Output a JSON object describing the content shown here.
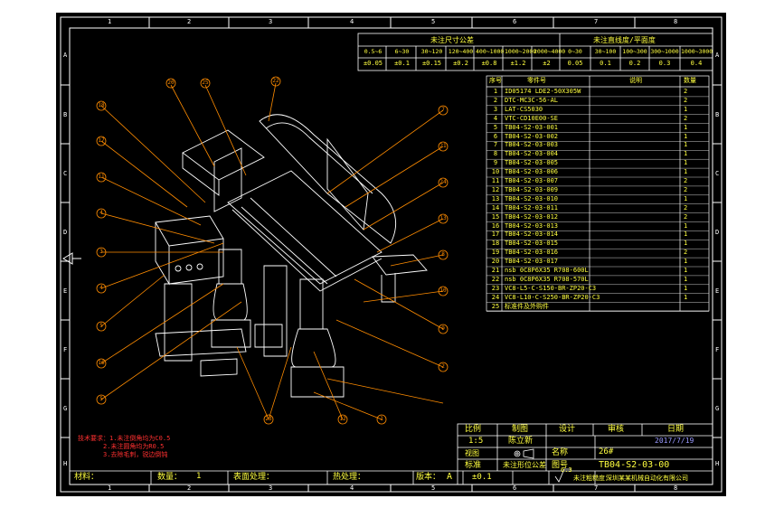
{
  "frame": {
    "col_markers": [
      "1",
      "2",
      "3",
      "4",
      "5",
      "6",
      "7",
      "8"
    ],
    "row_markers": [
      "A",
      "B",
      "C",
      "D",
      "E",
      "F",
      "G",
      "H"
    ]
  },
  "tolerance_table": {
    "title_left": "未注尺寸公差",
    "title_right": "未注直线度/平面度",
    "ranges_left": [
      "0.5~6",
      "6~30",
      "30~120",
      "120~400",
      "400~1000",
      "1000~2000",
      "2000~4000"
    ],
    "values_left": [
      "±0.05",
      "±0.1",
      "±0.15",
      "±0.2",
      "±0.8",
      "±1.2",
      "±2"
    ],
    "ranges_right": [
      "0~30",
      "30~100",
      "100~300",
      "300~1000",
      "1000~3000"
    ],
    "values_right": [
      "0.05",
      "0.1",
      "0.2",
      "0.3",
      "0.4"
    ]
  },
  "bom": {
    "headers": [
      "序号",
      "零件号",
      "说明",
      "数量"
    ],
    "rows": [
      {
        "no": "1",
        "part": "ID05174 LDE2-50X305W",
        "qty": "2"
      },
      {
        "no": "2",
        "part": "DTC-MC3C-56-AL",
        "qty": "2"
      },
      {
        "no": "3",
        "part": "LAT-CS5030",
        "qty": "1"
      },
      {
        "no": "4",
        "part": "VTC-CD10E00-SE",
        "qty": "2"
      },
      {
        "no": "5",
        "part": "TB04-S2-03-001",
        "qty": "1"
      },
      {
        "no": "6",
        "part": "TB04-S2-03-002",
        "qty": "1"
      },
      {
        "no": "7",
        "part": "TB04-S2-03-003",
        "qty": "1"
      },
      {
        "no": "8",
        "part": "TB04-S2-03-004",
        "qty": "1"
      },
      {
        "no": "9",
        "part": "TB04-S2-03-005",
        "qty": "1"
      },
      {
        "no": "10",
        "part": "TB04-S2-03-006",
        "qty": "1"
      },
      {
        "no": "11",
        "part": "TB04-S2-03-007",
        "qty": "2"
      },
      {
        "no": "12",
        "part": "TB04-S2-03-009",
        "qty": "2"
      },
      {
        "no": "13",
        "part": "TB04-S2-03-010",
        "qty": "1"
      },
      {
        "no": "14",
        "part": "TB04-S2-03-011",
        "qty": "2"
      },
      {
        "no": "15",
        "part": "TB04-S2-03-012",
        "qty": "2"
      },
      {
        "no": "16",
        "part": "TB04-S2-03-013",
        "qty": "1"
      },
      {
        "no": "17",
        "part": "TB04-S2-03-014",
        "qty": "1"
      },
      {
        "no": "18",
        "part": "TB04-S2-03-015",
        "qty": "1"
      },
      {
        "no": "19",
        "part": "TB04-S2-03-016",
        "qty": "2"
      },
      {
        "no": "20",
        "part": "TB04-S2-03-017",
        "qty": "1"
      },
      {
        "no": "21",
        "part": "nsb 0C8P6X35 R708-600L",
        "qty": "1"
      },
      {
        "no": "22",
        "part": "nsb 0C8P6X35 R708-570L",
        "qty": "1"
      },
      {
        "no": "23",
        "part": "VC8-L5-C-S150-BR-ZP20-C3",
        "qty": "1"
      },
      {
        "no": "24",
        "part": "VC8-L10-C-S250-BR-ZP20-C3",
        "qty": "1"
      },
      {
        "no": "25",
        "part": "标准件及外购件",
        "qty": ""
      }
    ]
  },
  "callouts": [
    "20",
    "25",
    "22",
    "18",
    "17",
    "11",
    "4",
    "3",
    "4",
    "5",
    "16",
    "5",
    "7",
    "21",
    "24",
    "13",
    "8",
    "10",
    "9",
    "2",
    "23",
    "12",
    "1"
  ],
  "notes": {
    "lines": [
      "技术要求：1.未注倒角均为C0.5",
      "2.未注圆角均为R0.5",
      "3.去除毛刺，锐边倒钝"
    ]
  },
  "title_block": {
    "h_ratio": "比例",
    "h_drawing": "制图",
    "h_design": "设计",
    "h_review": "审核",
    "h_date": "日期",
    "scale": "1:5",
    "drawer": "陈立新",
    "date": "2017/7/19",
    "projection_label": "视图",
    "name_label": "名称",
    "name": "26#",
    "standard_label": "标准",
    "standard": "未注形位公差",
    "drawing_no_label": "图号",
    "drawing_no": "TB04-S2-03-00",
    "material_label": "材料：",
    "quantity_label": "数量：",
    "quantity": "1",
    "surface_label": "表面处理：",
    "heat_label": "热处理：",
    "version_label": "版本：",
    "version": "A",
    "tol_value": "±0.1",
    "roughness": "6.3",
    "roughness_label": "未注粗糙度：",
    "company": "深圳某某机械自动化有限公司"
  },
  "colors": {
    "frame": "#ffffff",
    "lines": "#ff8c00",
    "text": "#ffff40",
    "notes": "#ff3030",
    "model": "#ffffff"
  }
}
